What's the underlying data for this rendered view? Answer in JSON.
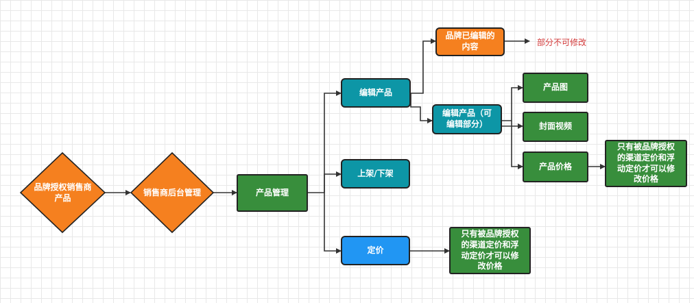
{
  "colors": {
    "orange": "#f5801f",
    "green": "#388e3c",
    "teal": "#0d96a6",
    "blue": "#2196f3",
    "note_red": "#d33a3a",
    "line": "#333333"
  },
  "nodes": {
    "brand_product": "品牌授权销售商\n产品",
    "dealer_backend": "销售商后台管理",
    "product_mgmt": "产品管理",
    "edit_product": "编辑产品",
    "on_off_shelf": "上架/下架",
    "pricing": "定价",
    "pricing_note": "只有被品牌授权\n的渠道定价和浮\n动定价才可以修\n改价格",
    "brand_edited": "品牌已编辑的\n内容",
    "partial_note": "部分不可修改",
    "edit_partial": "编辑产品（可\n编辑部分）",
    "product_image": "产品图",
    "cover_video": "封面视频",
    "product_price": "产品价格",
    "price_note": "只有被品牌授权\n的渠道定价和浮\n动定价才可以修\n改价格"
  }
}
